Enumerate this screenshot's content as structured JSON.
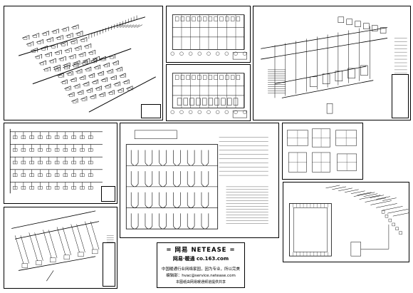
{
  "brand": {
    "title": "= 网易 NETEASE =",
    "subtitle": "网易·暖通 co.163.com",
    "line1": "中国暖通行业网络家园，因为专业，所以完美",
    "line2": "编辑部：hvac@service.netease.com",
    "line3": "本图纸由网易暖通频道提供共享"
  },
  "colors": {
    "ink": "#000000",
    "paper": "#ffffff"
  }
}
